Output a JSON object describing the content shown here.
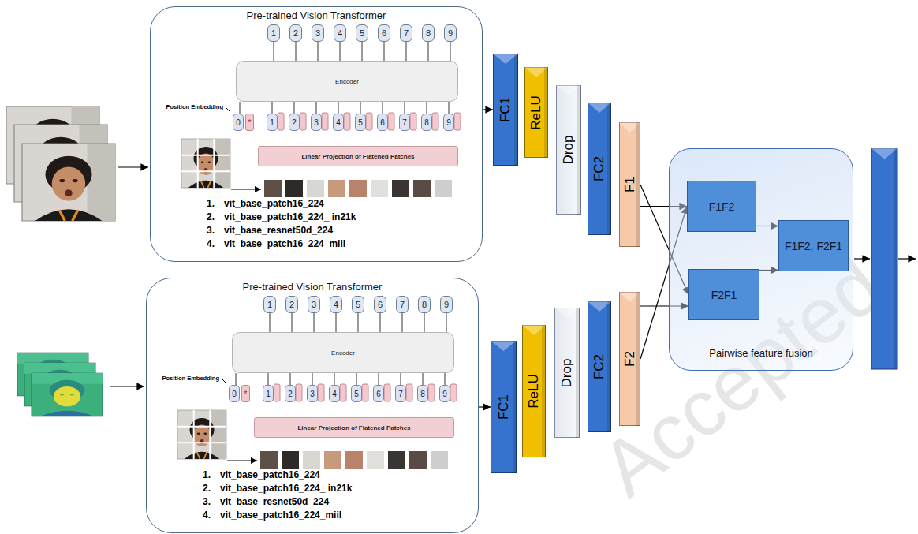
{
  "diagram": {
    "nodes": [
      {
        "text": [
          "Pre-trained Vision Transformer"
        ]
      },
      {
        "text": [
          "1"
        ],
        "in": 0
      },
      {
        "text": [
          "2"
        ],
        "in": 0
      },
      {
        "text": [
          "3"
        ],
        "in": 0
      },
      {
        "text": [
          "4"
        ],
        "in": 0
      },
      {
        "text": [
          "5"
        ],
        "in": 0
      },
      {
        "text": [
          "6"
        ],
        "in": 0
      },
      {
        "text": [
          "7"
        ],
        "in": 0
      },
      {
        "text": [
          "8"
        ],
        "in": 0
      },
      {
        "text": [
          "9"
        ],
        "in": 0
      },
      {
        "text": [
          "Encoder"
        ],
        "in": 0
      },
      {
        "text": [
          "0"
        ],
        "in": 0
      },
      {
        "text": [
          "*"
        ],
        "in": 0
      },
      {
        "text": [
          "1"
        ],
        "in": 0
      },
      {
        "text": [
          "2"
        ],
        "in": 0
      },
      {
        "text": [
          "3"
        ],
        "in": 0
      },
      {
        "text": [
          "4"
        ],
        "in": 0
      },
      {
        "text": [
          "5"
        ],
        "in": 0
      },
      {
        "text": [
          "6"
        ],
        "in": 0
      },
      {
        "text": [
          "7"
        ],
        "in": 0
      },
      {
        "text": [
          "8"
        ],
        "in": 0
      },
      {
        "text": [
          "9"
        ],
        "in": 0
      },
      {
        "text": [
          "Linear Projection of Flatened Patches"
        ],
        "in": 0
      },
      {
        "text": [
          "Pre-trained Vision Transformer"
        ]
      },
      {
        "text": [
          "1"
        ],
        "in": 23
      },
      {
        "text": [
          "2"
        ],
        "in": 23
      },
      {
        "text": [
          "3"
        ],
        "in": 23
      },
      {
        "text": [
          "4"
        ],
        "in": 23
      },
      {
        "text": [
          "5"
        ],
        "in": 23
      },
      {
        "text": [
          "6"
        ],
        "in": 23
      },
      {
        "text": [
          "7"
        ],
        "in": 23
      },
      {
        "text": [
          "8"
        ],
        "in": 23
      },
      {
        "text": [
          "9"
        ],
        "in": 23
      },
      {
        "text": [
          "Encoder"
        ],
        "in": 23
      },
      {
        "text": [
          "0"
        ],
        "in": 23
      },
      {
        "text": [
          "*"
        ],
        "in": 23
      },
      {
        "text": [
          "1"
        ],
        "in": 23
      },
      {
        "text": [
          "2"
        ],
        "in": 23
      },
      {
        "text": [
          "3"
        ],
        "in": 23
      },
      {
        "text": [
          "4"
        ],
        "in": 23
      },
      {
        "text": [
          "5"
        ],
        "in": 23
      },
      {
        "text": [
          "6"
        ],
        "in": 23
      },
      {
        "text": [
          "7"
        ],
        "in": 23
      },
      {
        "text": [
          "8"
        ],
        "in": 23
      },
      {
        "text": [
          "9"
        ],
        "in": 23
      },
      {
        "text": [
          "Linear Projection of Flatened Patches"
        ],
        "in": 23
      },
      {
        "text": [
          "FC1"
        ]
      },
      {
        "text": [
          "ReLU"
        ]
      },
      {
        "text": [
          "Drop"
        ]
      },
      {
        "text": [
          "FC2"
        ]
      },
      {
        "text": [
          "F1"
        ]
      },
      {
        "text": [
          "FC1"
        ]
      },
      {
        "text": [
          "ReLU"
        ]
      },
      {
        "text": [
          "Drop"
        ]
      },
      {
        "text": [
          "FC2"
        ]
      },
      {
        "text": [
          "F2"
        ]
      },
      {
        "text": [
          "Pairwise feature fusion"
        ]
      },
      {
        "text": [
          "F1F2"
        ],
        "in": 56
      },
      {
        "text": [
          "F2F1"
        ],
        "in": 56
      },
      {
        "text": [
          "F1F2, F2F1"
        ],
        "in": 56
      }
    ],
    "edges": [
      {
        "from": 10,
        "to": 1,
        "arrow": "none"
      },
      {
        "from": 10,
        "to": 2,
        "arrow": "none"
      },
      {
        "from": 10,
        "to": 3,
        "arrow": "none"
      },
      {
        "from": 10,
        "to": 4,
        "arrow": "none"
      },
      {
        "from": 10,
        "to": 5,
        "arrow": "none"
      },
      {
        "from": 10,
        "to": 6,
        "arrow": "none"
      },
      {
        "from": 10,
        "to": 7,
        "arrow": "none"
      },
      {
        "from": 10,
        "to": 8,
        "arrow": "none"
      },
      {
        "from": 10,
        "to": 9,
        "arrow": "none"
      },
      {
        "from": 11,
        "to": 10,
        "arrow": "none"
      },
      {
        "from": 13,
        "to": 10,
        "arrow": "none"
      },
      {
        "from": 14,
        "to": 10,
        "arrow": "none"
      },
      {
        "from": 15,
        "to": 10,
        "arrow": "none"
      },
      {
        "from": 16,
        "to": 10,
        "arrow": "none"
      },
      {
        "from": 17,
        "to": 10,
        "arrow": "none"
      },
      {
        "from": 18,
        "to": 10,
        "arrow": "none"
      },
      {
        "from": 19,
        "to": 10,
        "arrow": "none"
      },
      {
        "from": 20,
        "to": 10,
        "arrow": "none"
      },
      {
        "from": 21,
        "to": 10,
        "arrow": "none"
      },
      {
        "from": 33,
        "to": 24,
        "arrow": "none"
      },
      {
        "from": 33,
        "to": 25,
        "arrow": "none"
      },
      {
        "from": 33,
        "to": 26,
        "arrow": "none"
      },
      {
        "from": 33,
        "to": 27,
        "arrow": "none"
      },
      {
        "from": 33,
        "to": 28,
        "arrow": "none"
      },
      {
        "from": 33,
        "to": 29,
        "arrow": "none"
      },
      {
        "from": 33,
        "to": 30,
        "arrow": "none"
      },
      {
        "from": 33,
        "to": 31,
        "arrow": "none"
      },
      {
        "from": 33,
        "to": 32,
        "arrow": "none"
      },
      {
        "from": 34,
        "to": 33,
        "arrow": "none"
      },
      {
        "from": 36,
        "to": 33,
        "arrow": "none"
      },
      {
        "from": 37,
        "to": 33,
        "arrow": "none"
      },
      {
        "from": 38,
        "to": 33,
        "arrow": "none"
      },
      {
        "from": 39,
        "to": 33,
        "arrow": "none"
      },
      {
        "from": 40,
        "to": 33,
        "arrow": "none"
      },
      {
        "from": 41,
        "to": 33,
        "arrow": "none"
      },
      {
        "from": 42,
        "to": 33,
        "arrow": "none"
      },
      {
        "from": 43,
        "to": 33,
        "arrow": "none"
      },
      {
        "from": 44,
        "to": 33,
        "arrow": "none"
      },
      {
        "from": 0,
        "to": 46,
        "arrow": "to"
      },
      {
        "from": 23,
        "to": 51,
        "arrow": "to"
      },
      {
        "from": 50,
        "to": 57,
        "arrow": "to"
      },
      {
        "from": 50,
        "to": 58,
        "arrow": "to"
      },
      {
        "from": 55,
        "to": 57,
        "arrow": "to"
      },
      {
        "from": 55,
        "to": 58,
        "arrow": "to"
      },
      {
        "from": 57,
        "to": 59,
        "arrow": "to"
      },
      {
        "from": 58,
        "to": 59,
        "arrow": "to"
      }
    ],
    "labels": [
      "Position Embedding",
      "1.",
      "vit_base_patch16_224",
      "2.",
      "vit_base_patch16_224_ in21k",
      "3.",
      "vit_base_resnet50d_224",
      "4.",
      "vit_base_patch16_224_miil",
      "Position Embedding",
      "1.",
      "vit_base_patch16_224",
      "2.",
      "vit_base_patch16_224_ in21k",
      "3.",
      "vit_base_resnet50d_224",
      "4.",
      "vit_base_patch16_224_miil",
      "Accepted"
    ]
  }
}
